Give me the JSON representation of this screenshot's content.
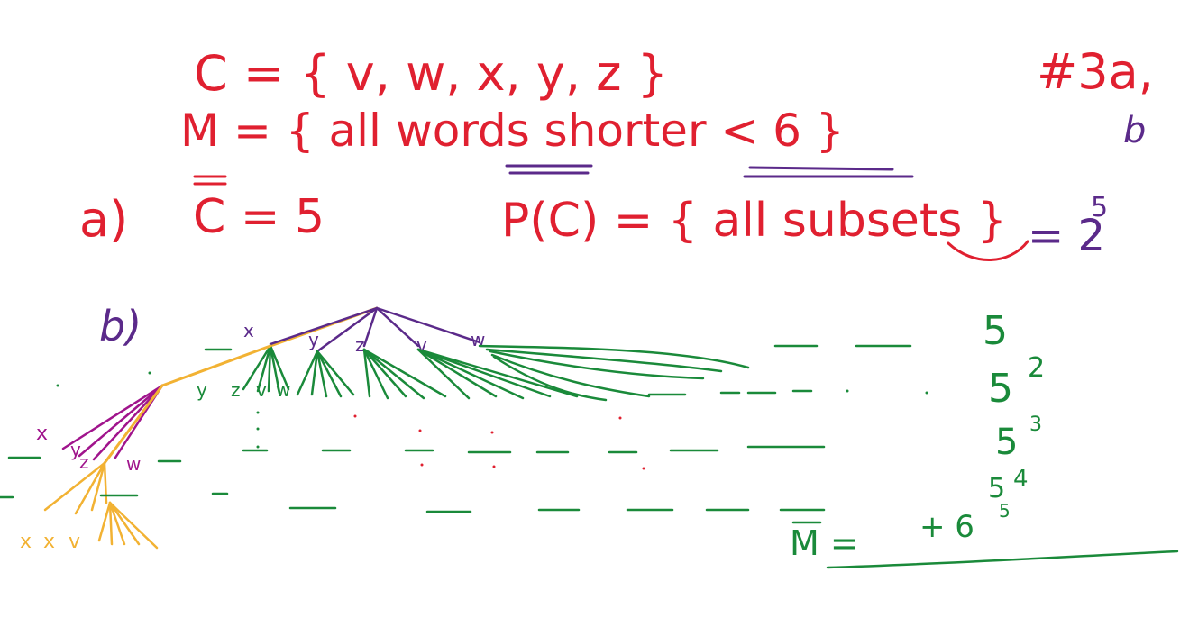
{
  "colors": {
    "red": "#e02030",
    "purple": "#5b2a8a",
    "green": "#1a8a3a",
    "orange": "#f2b233",
    "magenta": "#a0148c",
    "background": "#ffffff"
  },
  "header": {
    "problem_number": "#3a,",
    "problem_b": "b"
  },
  "definitions": {
    "line_c": "C = { v, w, x, y, z }",
    "line_m": "M = { all words shorter < 6 }"
  },
  "part_a": {
    "label": "a)",
    "cardinality": "C = 5",
    "powerset": "P(C) = { all subsets }",
    "powerset_size": "= 2",
    "powerset_exp": "5"
  },
  "part_b": {
    "label": "b)",
    "level1_labels": [
      "x",
      "y",
      "z",
      "v",
      "w"
    ],
    "level2_labels": [
      "y",
      "z",
      "v",
      "w"
    ],
    "level3_labels": [
      "x",
      "y",
      "z",
      "w"
    ],
    "level4_labels": [
      "x",
      "x",
      "v"
    ],
    "powers": [
      {
        "base": "5",
        "exp": ""
      },
      {
        "base": "5",
        "exp": "2"
      },
      {
        "base": "5",
        "exp": "3"
      },
      {
        "base": "5",
        "exp": "4"
      },
      {
        "base": "+ 6",
        "exp": "5"
      }
    ],
    "total": "M ="
  }
}
